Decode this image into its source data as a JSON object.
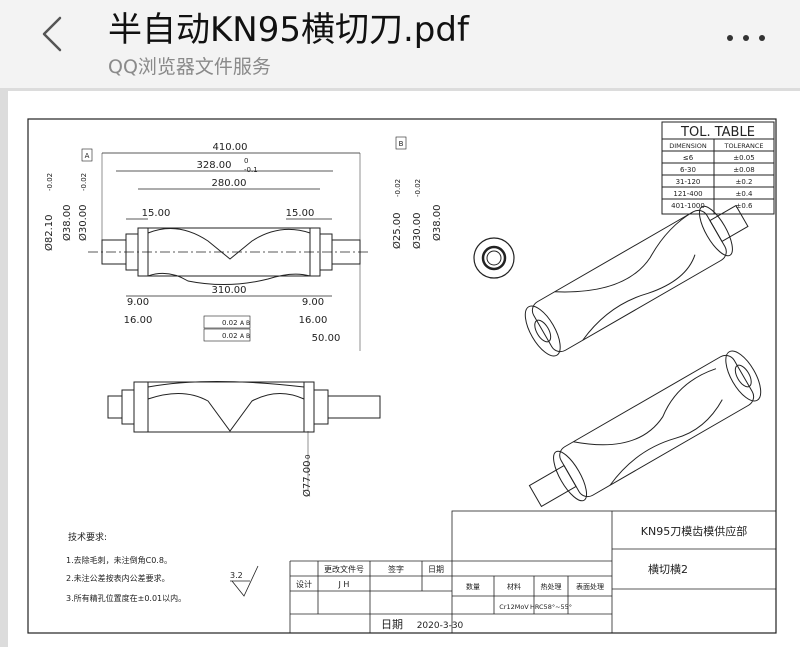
{
  "app": {
    "title": "半自动KN95横切刀.pdf",
    "subtitle": "QQ浏览器文件服务"
  },
  "drawing": {
    "tol_table": {
      "title": "TOL. TABLE",
      "headers": [
        "DIMENSION",
        "TOLERANCE"
      ],
      "rows": [
        [
          "≤6",
          "±0.05"
        ],
        [
          "6-30",
          "±0.08"
        ],
        [
          "31-120",
          "±0.2"
        ],
        [
          "121-400",
          "±0.4"
        ],
        [
          "401-1000",
          "±0.6"
        ]
      ]
    },
    "dims": {
      "d410": "410.00",
      "d328": "328.00",
      "d328_tol_top": "0",
      "d328_tol_bot": "-0.1",
      "d280": "280.00",
      "d15_left": "15.00",
      "d15_right": "15.00",
      "d310": "310.00",
      "d9_left": "9.00",
      "d9_right": "9.00",
      "d16_left": "16.00",
      "d16_right": "16.00",
      "d50": "50.00",
      "dia82": "Ø82.10",
      "dia82_tol": "-0.02",
      "dia38_left": "Ø38.00",
      "dia30_left": "Ø30.00",
      "dia30_tol": "-0.02",
      "dia25": "Ø25.00",
      "dia25_tol": "-0.02",
      "dia30_right": "Ø30.00",
      "dia38_right": "Ø38.00",
      "dia77": "Ø77.00",
      "dia77_tol": "0",
      "datum_a": "A",
      "datum_b": "B",
      "gdt_box1": "0.02",
      "gdt_box2": "0.02",
      "gdt_ref": "A B"
    },
    "tech_req": {
      "heading": "技术要求:",
      "items": [
        "1.去除毛刺，未注倒角C0.8。",
        "2.未注公差按表内公差要求。",
        "3.所有精孔位置度在±0.01以内。"
      ]
    },
    "roughness": "3.2",
    "title_block": {
      "company": "KN95刀模齿模供应部",
      "part_name": "横切横2",
      "change_col1": "更改文件号",
      "change_col2": "签字",
      "change_col3": "日期",
      "design_label": "设计",
      "design_value": "J H",
      "qty_label": "数量",
      "material_label": "材料",
      "heat_label": "热处理",
      "surface_label": "表面处理",
      "material_value": "Cr12MoV",
      "heat_value": "HRC58°~55°",
      "date_label": "日期",
      "date_value": "2020-3-30"
    }
  }
}
